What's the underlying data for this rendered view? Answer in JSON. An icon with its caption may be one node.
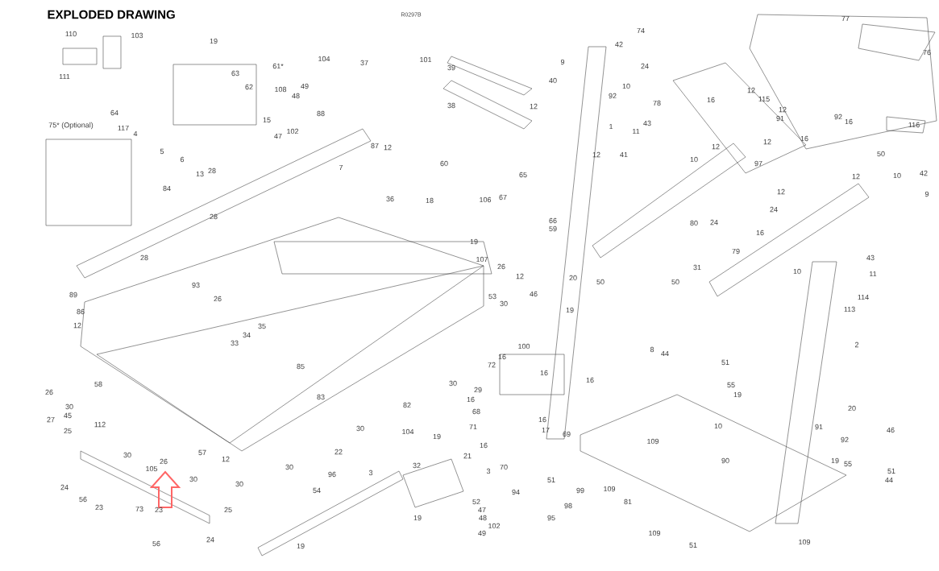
{
  "diagram": {
    "title": "EXPLODED DRAWING",
    "labels": [
      "R0297B",
      "77",
      "110",
      "103",
      "74",
      "19",
      "42",
      "76",
      "104",
      "37",
      "101",
      "9",
      "61*",
      "39",
      "24",
      "111",
      "63",
      "62",
      "108",
      "49",
      "40",
      "10",
      "12",
      "48",
      "92",
      "16",
      "115",
      "38",
      "12",
      "78",
      "64",
      "88",
      "12",
      "15",
      "91",
      "92",
      "16",
      "75* (Optional)",
      "117",
      "1",
      "43",
      "116",
      "4",
      "47",
      "102",
      "11",
      "12",
      "16",
      "5",
      "87",
      "12",
      "12",
      "6",
      "12",
      "41",
      "10",
      "50",
      "7",
      "60",
      "97",
      "13",
      "28",
      "65",
      "12",
      "10",
      "42",
      "84",
      "67",
      "12",
      "9",
      "36",
      "18",
      "106",
      "24",
      "28",
      "66",
      "24",
      "59",
      "80",
      "16",
      "19",
      "79",
      "28",
      "107",
      "43",
      "26",
      "31",
      "10",
      "12",
      "20",
      "11",
      "93",
      "50",
      "50",
      "89",
      "26",
      "53",
      "46",
      "114",
      "86",
      "30",
      "19",
      "113",
      "12",
      "35",
      "34",
      "33",
      "100",
      "2",
      "8",
      "44",
      "16",
      "51",
      "85",
      "72",
      "16",
      "58",
      "30",
      "16",
      "55",
      "26",
      "83",
      "16",
      "29",
      "19",
      "30",
      "82",
      "20",
      "45",
      "68",
      "27",
      "112",
      "16",
      "25",
      "30",
      "104",
      "19",
      "71",
      "17",
      "69",
      "10",
      "91",
      "46",
      "16",
      "109",
      "92",
      "30",
      "57",
      "22",
      "21",
      "26",
      "12",
      "90",
      "19",
      "55",
      "105",
      "30",
      "32",
      "3",
      "70",
      "51",
      "96",
      "3",
      "30",
      "30",
      "51",
      "44",
      "24",
      "54",
      "94",
      "99",
      "109",
      "56",
      "52",
      "81",
      "23",
      "73",
      "23",
      "25",
      "47",
      "98",
      "19",
      "48",
      "95",
      "102",
      "49",
      "109",
      "56",
      "24",
      "51",
      "109",
      "19"
    ]
  }
}
